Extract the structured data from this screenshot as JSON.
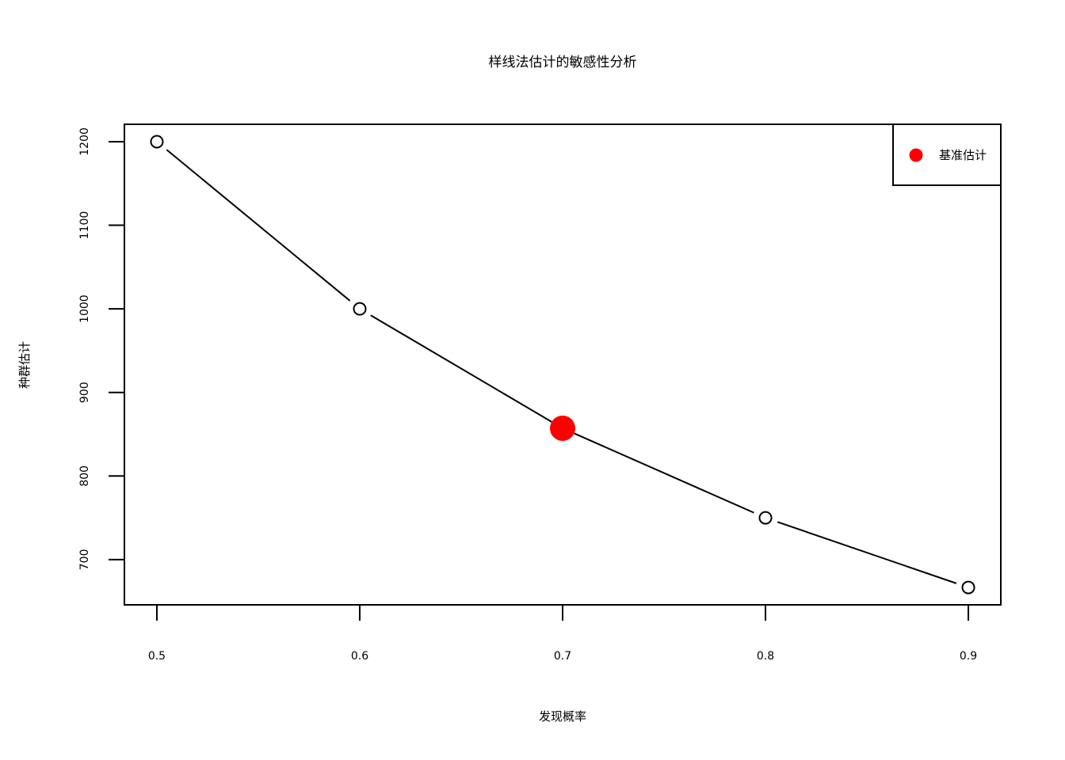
{
  "chart_data": {
    "type": "line",
    "title": "样线法估计的敏感性分析",
    "xlabel": "发现概率",
    "ylabel": "种群估计",
    "x": [
      0.5,
      0.6,
      0.7,
      0.8,
      0.9
    ],
    "series": [
      {
        "values": [
          1200,
          1000,
          857.14,
          750,
          666.67
        ],
        "color": "#000000"
      }
    ],
    "highlight": {
      "x": 0.7,
      "y": 857.14,
      "color": "#ff0000"
    },
    "xticks": [
      "0.5",
      "0.6",
      "0.7",
      "0.8",
      "0.9"
    ],
    "yticks": [
      "700",
      "800",
      "900",
      "1000",
      "1100",
      "1200"
    ],
    "xlim": [
      0.484,
      0.916
    ],
    "ylim": [
      645.9,
      1220.8
    ],
    "grid": false,
    "legend": {
      "position": "top-right",
      "entries": [
        {
          "label": "基准估计",
          "color": "#ff0000"
        }
      ]
    }
  }
}
